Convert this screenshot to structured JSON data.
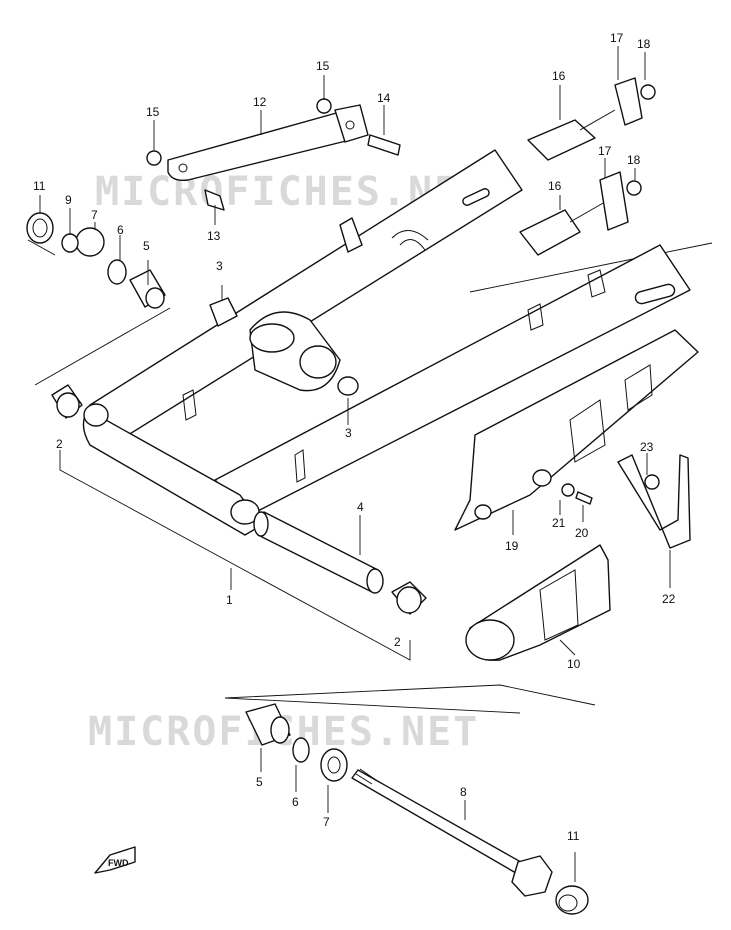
{
  "watermark": "MICROFICHES.NET",
  "fwd_label": "FWD",
  "callouts": {
    "c1": "1",
    "c2a": "2",
    "c2b": "2",
    "c3a": "3",
    "c3b": "3",
    "c4": "4",
    "c5a": "5",
    "c5b": "5",
    "c6a": "6",
    "c6b": "6",
    "c7a": "7",
    "c7b": "7",
    "c8": "8",
    "c9": "9",
    "c10": "10",
    "c11a": "11",
    "c11b": "11",
    "c12": "12",
    "c13": "13",
    "c14": "14",
    "c15a": "15",
    "c15b": "15",
    "c16a": "16",
    "c16b": "16",
    "c17a": "17",
    "c17b": "17",
    "c18a": "18",
    "c18b": "18",
    "c19": "19",
    "c20": "20",
    "c21": "21",
    "c22": "22",
    "c23": "23"
  }
}
